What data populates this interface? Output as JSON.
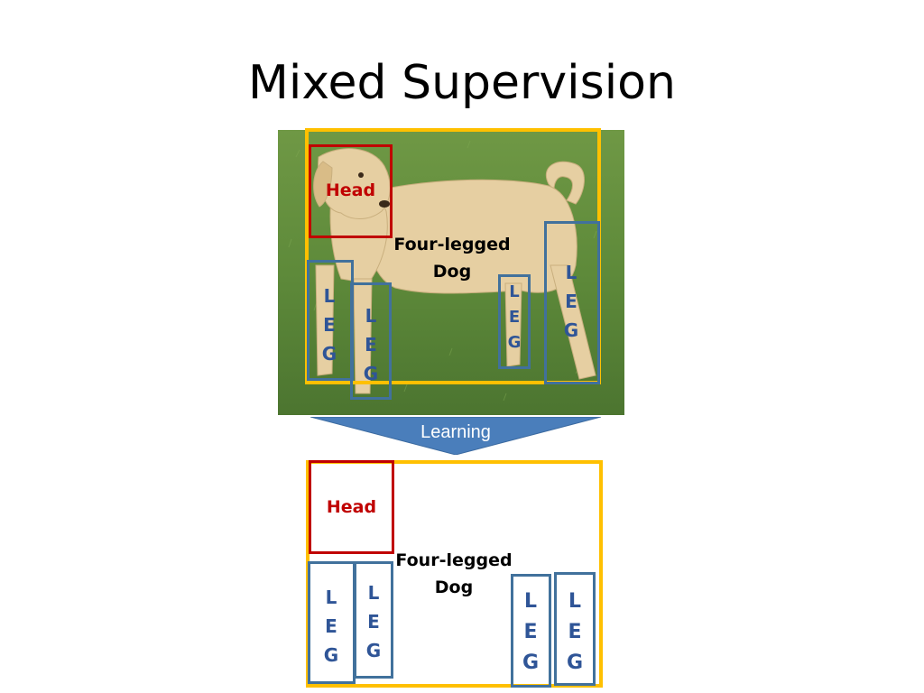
{
  "slide": {
    "title": "Mixed Supervision"
  },
  "labels": {
    "head": "Head",
    "object": "Four-legged\nDog",
    "leg_letters": [
      "L",
      "E",
      "G"
    ]
  },
  "arrow": {
    "label": "Learning"
  },
  "colors": {
    "object_box": "#FFC000",
    "head_box": "#C00000",
    "leg_box": "#41719C",
    "arrow_fill": "#4A7EBB",
    "grass": "#5E8A3A",
    "dog_fur": "#E6CFA2"
  }
}
